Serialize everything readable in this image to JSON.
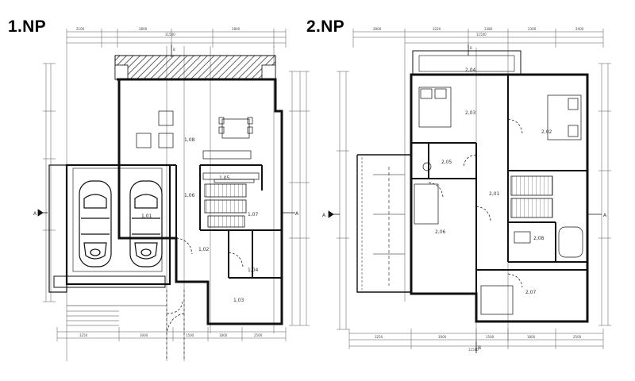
{
  "floors": {
    "ground": {
      "title": "1.NP"
    },
    "upper": {
      "title": "2.NP"
    }
  },
  "rooms": {
    "ground": [
      {
        "id": "1.01",
        "label": "1,01"
      },
      {
        "id": "1.02",
        "label": "1,02"
      },
      {
        "id": "1.03",
        "label": "1,03"
      },
      {
        "id": "1.04",
        "label": "1,04"
      },
      {
        "id": "1.05",
        "label": "1,05"
      },
      {
        "id": "1.06",
        "label": "1,06"
      },
      {
        "id": "1.07",
        "label": "1,07"
      },
      {
        "id": "1.08",
        "label": "1,08"
      }
    ],
    "upper": [
      {
        "id": "2.01",
        "label": "2,01"
      },
      {
        "id": "2.02",
        "label": "2,02"
      },
      {
        "id": "2.03",
        "label": "2,03"
      },
      {
        "id": "2.04",
        "label": "2,04"
      },
      {
        "id": "2.05",
        "label": "2,05"
      },
      {
        "id": "2.06",
        "label": "2,06"
      },
      {
        "id": "2.07",
        "label": "2,07"
      },
      {
        "id": "2.08",
        "label": "2,08"
      }
    ]
  },
  "section_markers": {
    "left": "A",
    "right": "A",
    "top": "B",
    "bottom": "B"
  }
}
